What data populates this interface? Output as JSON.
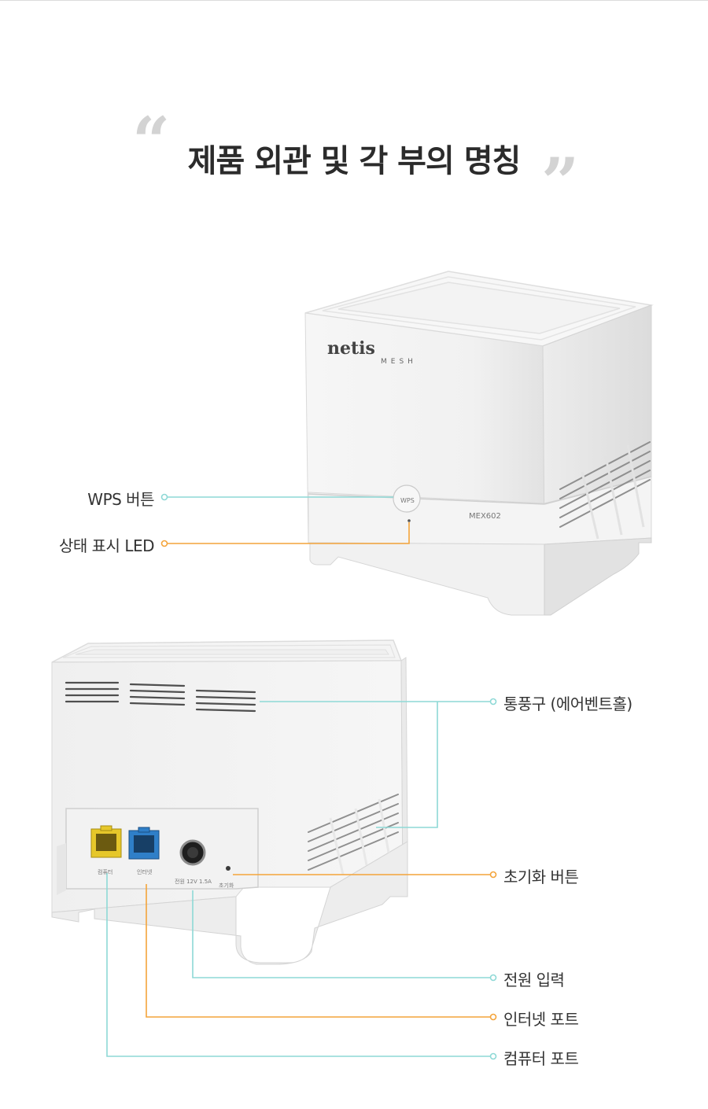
{
  "heading": {
    "title": "제품 외관 및 각 부의 명칭",
    "open_quote": "“",
    "close_quote": "”"
  },
  "front_device": {
    "brand": "netis",
    "brand_sub": "MESH",
    "model": "MEX602",
    "wps_button_text": "WPS"
  },
  "back_device": {
    "port_labels": [
      "컴퓨터",
      "인터넷",
      "전원 12V 1.5A",
      "초기화"
    ]
  },
  "callouts": {
    "wps_button": "WPS 버튼",
    "status_led": "상태 표시 LED",
    "vent": "통풍구 (에어벤트홀)",
    "reset_button": "초기화 버튼",
    "power_input": "전원 입력",
    "internet_port": "인터넷 포트",
    "computer_port": "컴퓨터 포트"
  },
  "colors": {
    "teal_line": "#8ed9d6",
    "orange_line": "#f4a43a",
    "quote_mark": "#d3d3d3",
    "title_text": "#2b2b2b",
    "lan_port": "#e6c72a",
    "wan_port": "#2f7fc8"
  }
}
